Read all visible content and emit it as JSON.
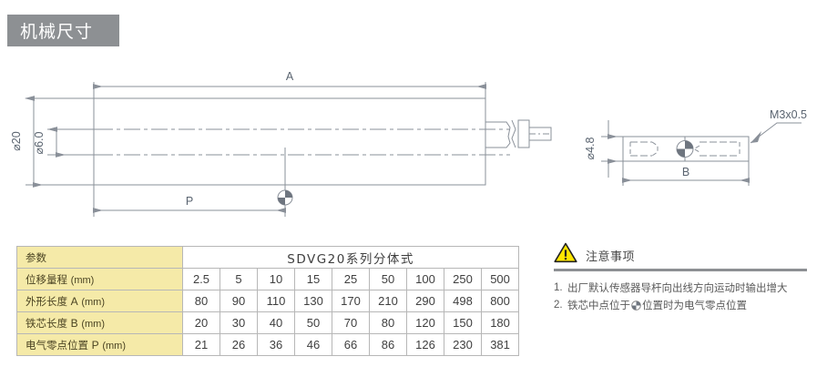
{
  "header": {
    "title": "机械尺寸"
  },
  "drawing": {
    "main_view": {
      "name": "sensor-body-view",
      "dimension_a": "A",
      "dimension_p": "P",
      "diameter_outer": "⌀20",
      "diameter_inner": "⌀6.0",
      "center_symbol": "electrical-zero-mark"
    },
    "magnet_view": {
      "name": "magnet-core-view",
      "dimension_b": "B",
      "diameter_height": "⌀4.8",
      "thread_callout": "M3x0.5",
      "center_symbol": "electrical-zero-mark"
    }
  },
  "table": {
    "param_header": "参数",
    "series_header": "SDVG20系列分体式",
    "rows": [
      {
        "label_cn": "位移量程",
        "label_letter": "",
        "unit": "(mm)",
        "values": [
          "2.5",
          "5",
          "10",
          "15",
          "25",
          "50",
          "100",
          "250",
          "500"
        ]
      },
      {
        "label_cn": "外形长度",
        "label_letter": "A",
        "unit": "(mm)",
        "values": [
          "80",
          "90",
          "110",
          "130",
          "170",
          "210",
          "290",
          "498",
          "800"
        ]
      },
      {
        "label_cn": "铁芯长度",
        "label_letter": "B",
        "unit": "(mm)",
        "values": [
          "20",
          "30",
          "40",
          "50",
          "70",
          "80",
          "120",
          "150",
          "180"
        ]
      },
      {
        "label_cn": "电气零点位置",
        "label_letter": "P",
        "unit": "(mm)",
        "values": [
          "21",
          "26",
          "36",
          "46",
          "66",
          "86",
          "126",
          "230",
          "381"
        ]
      }
    ]
  },
  "notes": {
    "title": "注意事项",
    "items": [
      {
        "num": "1.",
        "text_before": "出厂默认传感器导杆向出线方向运动时输出增大",
        "text_after": ""
      },
      {
        "num": "2.",
        "text_before": "铁芯中点位于",
        "text_after": "位置时为电气零点位置"
      }
    ]
  },
  "colors": {
    "header_bg": "#8d9093",
    "table_label_bg": "#f5eaa8",
    "warning_yellow": "#ffe600",
    "drawing_line": "#8a9099"
  }
}
